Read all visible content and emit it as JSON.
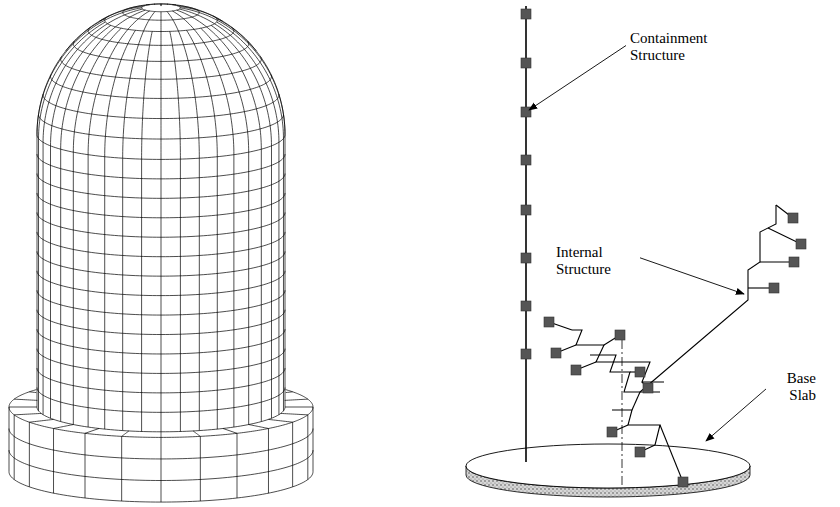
{
  "diagram": {
    "labels": [
      "Containment Structure",
      "Internal Structure",
      "Base Slab"
    ]
  }
}
